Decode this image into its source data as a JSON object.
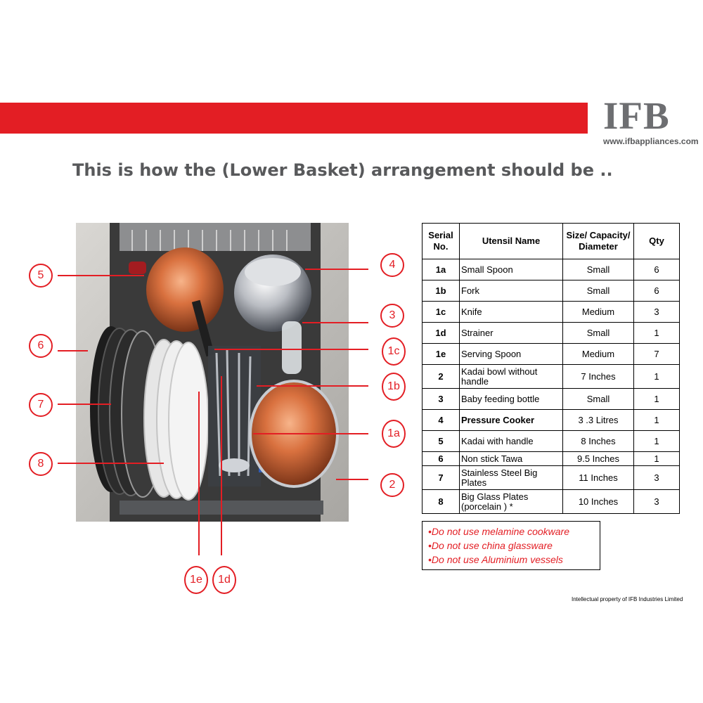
{
  "brand": {
    "logo_text": "IFB",
    "website": "www.ifbappliances.com",
    "accent_color": "#e31e24"
  },
  "title": "This is how the (Lower Basket) arrangement should be ..",
  "callouts": {
    "c5": "5",
    "c6": "6",
    "c7": "7",
    "c8": "8",
    "c4": "4",
    "c3": "3",
    "c1c": "1c",
    "c1b": "1b",
    "c1a": "1a",
    "c2": "2",
    "c1e": "1e",
    "c1d": "1d"
  },
  "table": {
    "headers": {
      "serial": "Serial No.",
      "name": "Utensil Name",
      "size": "Size/ Capacity/ Diameter",
      "qty": "Qty"
    },
    "rows": [
      {
        "serial": "1a",
        "name": "Small Spoon",
        "size": "Small",
        "qty": "6"
      },
      {
        "serial": "1b",
        "name": "Fork",
        "size": "Small",
        "qty": "6"
      },
      {
        "serial": "1c",
        "name": "Knife",
        "size": "Medium",
        "qty": "3"
      },
      {
        "serial": "1d",
        "name": "Strainer",
        "size": "Small",
        "qty": "1"
      },
      {
        "serial": "1e",
        "name": "Serving Spoon",
        "size": "Medium",
        "qty": "7"
      },
      {
        "serial": "2",
        "name": "Kadai bowl without handle",
        "size": "7 Inches",
        "qty": "1"
      },
      {
        "serial": "3",
        "name": "Baby feeding bottle",
        "size": "Small",
        "qty": "1"
      },
      {
        "serial": "4",
        "name": "Pressure Cooker",
        "size": "3 .3 Litres",
        "qty": "1"
      },
      {
        "serial": "5",
        "name": "Kadai with handle",
        "size": "8 Inches",
        "qty": "1"
      },
      {
        "serial": "6",
        "name": "Non stick Tawa",
        "size": "9.5 Inches",
        "qty": "1"
      },
      {
        "serial": "7",
        "name": "Stainless Steel Big Plates",
        "size": "11 Inches",
        "qty": "3"
      },
      {
        "serial": "8",
        "name": "Big Glass Plates (porcelain ) *",
        "size": "10 Inches",
        "qty": "3"
      }
    ]
  },
  "notes": [
    "•Do not use melamine cookware",
    "•Do not use china glassware",
    "•Do not use Aluminium vessels"
  ],
  "footer": "Intellectual property of IFB Industries Limited"
}
